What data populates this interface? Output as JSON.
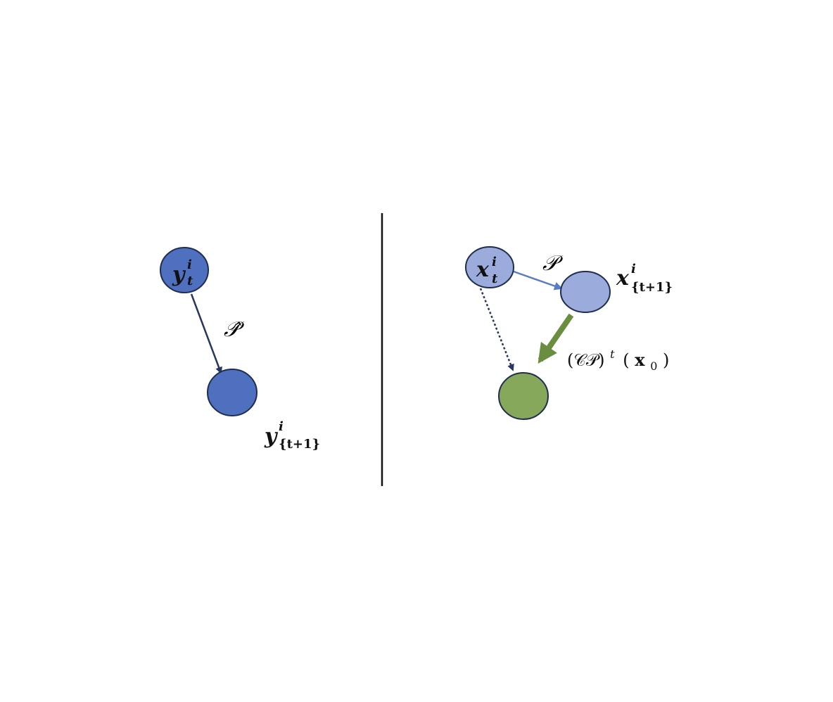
{
  "colors": {
    "node_dark_blue": "#4f6fbf",
    "node_light_blue": "#9aabdc",
    "node_green": "#85a85a",
    "stroke": "#1f2e4e",
    "arrow_dark": "#27375f",
    "arrow_light": "#5a7cc6",
    "arrow_green": "#6a8d3f",
    "divider": "#111111"
  },
  "left": {
    "node_top": {
      "base": "y",
      "sup": "i",
      "sub": "t"
    },
    "node_bottom": {
      "base": "y",
      "sup": "i",
      "sub": "{t+1}"
    },
    "edge_label": "𝒫̂"
  },
  "right": {
    "node_top": {
      "base": "x",
      "sup": "i",
      "sub": "t"
    },
    "node_right": {
      "base": "x",
      "sup": "i",
      "sub": "{t+1}"
    },
    "edge_label": "𝒫",
    "green_label": {
      "prefix": "(𝒞𝒫)",
      "sup": "t",
      "arg_open": "(",
      "arg_base": "x",
      "arg_sub": "0",
      "arg_close": ")"
    }
  }
}
